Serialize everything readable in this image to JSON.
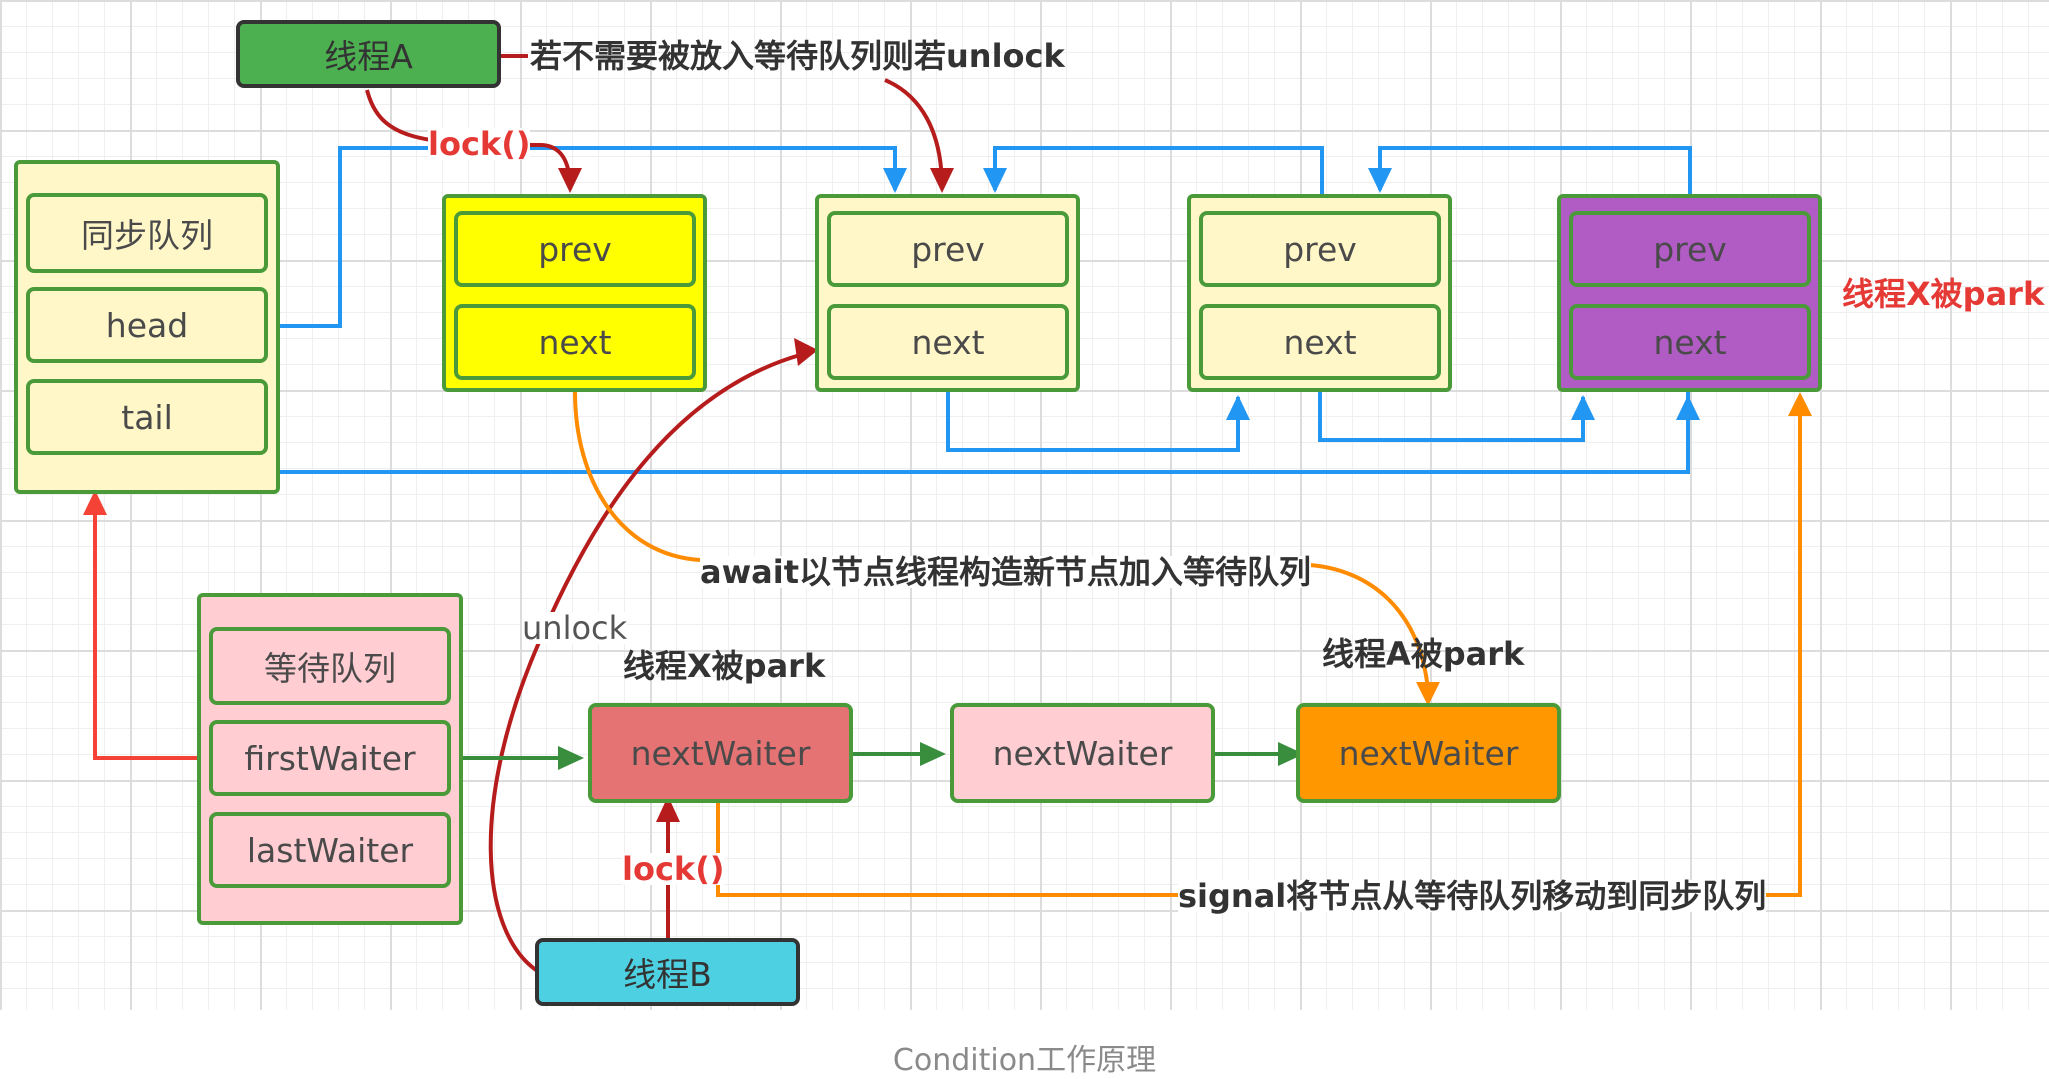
{
  "sync_queue": {
    "title": "同步队列",
    "head": "head",
    "tail": "tail"
  },
  "wait_queue": {
    "title": "等待队列",
    "first": "firstWaiter",
    "last": "lastWaiter"
  },
  "sync_nodes": [
    {
      "prev": "prev",
      "next": "next"
    },
    {
      "prev": "prev",
      "next": "next"
    },
    {
      "prev": "prev",
      "next": "next"
    },
    {
      "prev": "prev",
      "next": "next"
    }
  ],
  "wait_nodes": [
    "nextWaiter",
    "nextWaiter",
    "nextWaiter"
  ],
  "threads": {
    "a": "线程A",
    "b": "线程B"
  },
  "annotations": {
    "no_wait_unlock": "若不需要被放入等待队列则若unlock",
    "lock_top": "lock()",
    "thread_x_parked_right": "线程X被park",
    "await_text": "await以节点线程构造新节点加入等待队列",
    "unlock": "unlock",
    "thread_x_parked_wait": "线程X被park",
    "thread_a_parked": "线程A被park",
    "lock_bottom": "lock()",
    "signal_text": "signal将节点从等待队列移动到同步队列"
  },
  "caption": "Condition工作原理",
  "colors": {
    "green_border": "#4a9a3a",
    "light_yellow": "#fff7c8",
    "yellow": "#ffff00",
    "purple": "#b05cc4",
    "pink": "#ffcdd2",
    "red_node": "#e57373",
    "orange_node": "#ff9800",
    "thread_a": "#4caf50",
    "thread_b": "#4dd0e1",
    "blue_arrow": "#2196f3",
    "red_arrow": "#b71c1c",
    "orange_arrow": "#ff8c00",
    "green_arrow": "#388e3c"
  }
}
